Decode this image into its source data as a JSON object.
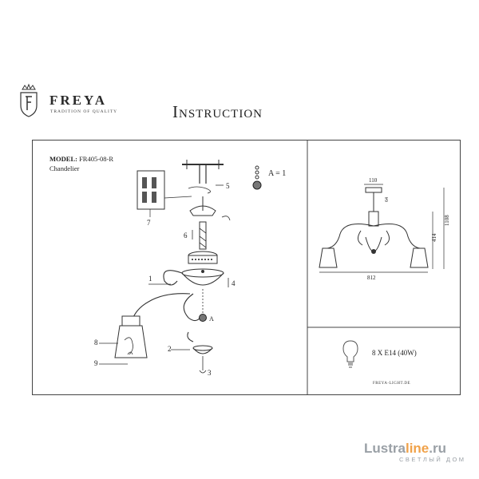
{
  "header": {
    "brand": "FREYA",
    "tagline": "TRADITION OF QUALITY",
    "title": "Instruction"
  },
  "product": {
    "model_label": "MODEL:",
    "model_code": "FR405-08-R",
    "type": "Chandelier"
  },
  "assembly_labels": {
    "part_1": "1",
    "part_2": "2",
    "part_3": "3",
    "part_4": "4",
    "part_5": "5",
    "part_6": "6",
    "part_7": "7",
    "part_8": "8",
    "part_9": "9",
    "crystal_a": "A",
    "crystal_count": "A = 1"
  },
  "dimensions": {
    "top_width": "110",
    "canopy_height": "64",
    "overall_width": "812",
    "body_height": "414",
    "overall_height": "1108"
  },
  "spec": {
    "bulbs": "8 X E14 (40W)",
    "website": "FREYA-LIGHT.DE"
  },
  "watermark": {
    "brand_gray": "Lustra",
    "brand_orange": "line",
    "brand_suffix": ".ru",
    "subtitle": "СВЕТЛЫЙ ДОМ"
  },
  "colors": {
    "ink": "#222222",
    "watermark_gray": "#9aa0a6",
    "watermark_orange": "#f0a24a"
  }
}
